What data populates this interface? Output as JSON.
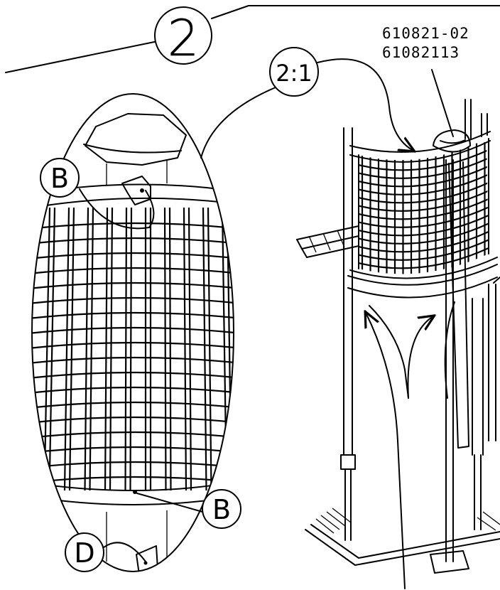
{
  "step_number": "2",
  "scale_label": "2:1",
  "part_numbers": [
    "610821-02",
    "61082113"
  ],
  "callouts": {
    "b_top": "B",
    "b_bottom": "B",
    "d": "D"
  }
}
